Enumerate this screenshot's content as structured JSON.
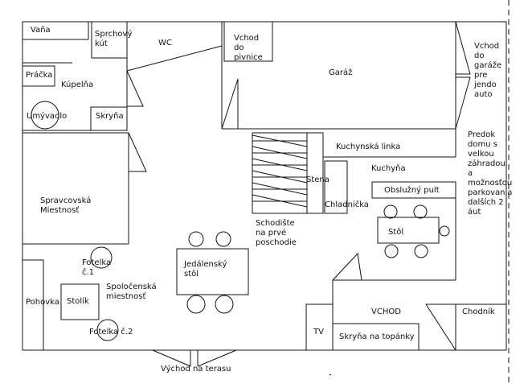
{
  "labels": {
    "vana": "Vaňa",
    "sprchovy_kut": "Sprchový\nkút",
    "wc": "WC",
    "vchod_do_pivnice": "Vchod\ndo\npivnice",
    "garaz": "Garáž",
    "vchod_do_garaze": "Vchod\ndo\ngaráže\npre\njendo\nauto",
    "pracka": "Práčka",
    "kupelna": "Kúpelňa",
    "umyvadlo": "Umývadlo",
    "skryna": "Skryňa",
    "predok_domu": "Predok\ndomu s\nvelkou\nzáhradou\na\nmožnosťou\nparkovania\ndalších 2\náut",
    "kuchynska_linka": "Kuchynská linka",
    "kuchyna": "Kuchyňa",
    "stena": "Stena",
    "obsluzny_pult": "Obslužný pult",
    "chladnicka": "Chladnička",
    "spravcovska_miestnost": "Spravcovská\nMiestnosť",
    "schodiste": "Schodište\nna prvé\nposchodie",
    "stol": "Stôl",
    "kreslo_1": "Fotelka\nč.1",
    "jedalensky_stol": "Jedálenský\nstôl",
    "spolocenska_miestnost": "Spoločenská\nmiestnosť",
    "pohovka": "Pohovka",
    "stolik": "Stolík",
    "vchod": "VCHOD",
    "chodnik": "Chodník",
    "tv": "TV",
    "skryna_na_topanky": "Skryňa na topánky",
    "kreslo_2": "Fotelka č.2",
    "vychod_na_terasu": "Východ na terasu"
  }
}
